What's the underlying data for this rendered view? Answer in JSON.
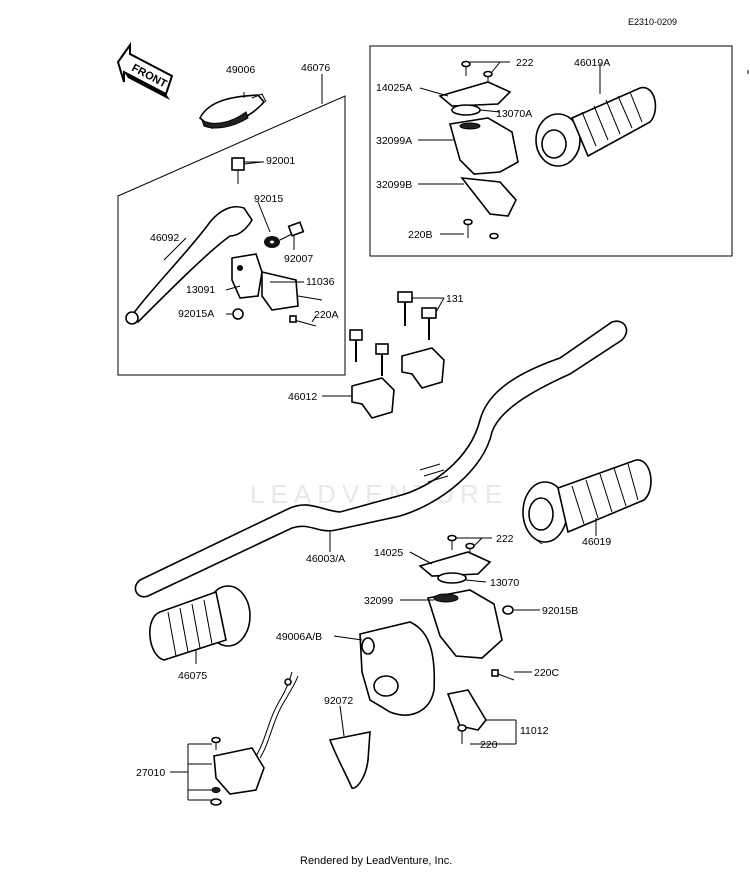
{
  "diagram_code": "E2310-0209",
  "front_label": "FRONT",
  "watermark": "LEADVENTURE",
  "footer": "Rendered by LeadVenture, Inc.",
  "labels": {
    "p49006": "49006",
    "p46076": "46076",
    "p92001": "92001",
    "p92015": "92015",
    "p46092": "46092",
    "p92007": "92007",
    "p11036": "11036",
    "p13091": "13091",
    "p92015A": "92015A",
    "p220A": "220A",
    "p222a": "222",
    "p46019A": "46019A",
    "p14025A": "14025A",
    "p13070A": "13070A",
    "p32099A": "32099A",
    "p32099B": "32099B",
    "p220B": "220B",
    "p131": "131",
    "p46012": "46012",
    "p46003A": "46003/A",
    "p46019": "46019",
    "p14025": "14025",
    "p222b": "222",
    "p13070": "13070",
    "p32099": "32099",
    "p92015B": "92015B",
    "p49006AB": "49006A/B",
    "p220C": "220C",
    "p46075": "46075",
    "p92072": "92072",
    "p11012": "11012",
    "p220": "220",
    "p27010": "27010"
  }
}
